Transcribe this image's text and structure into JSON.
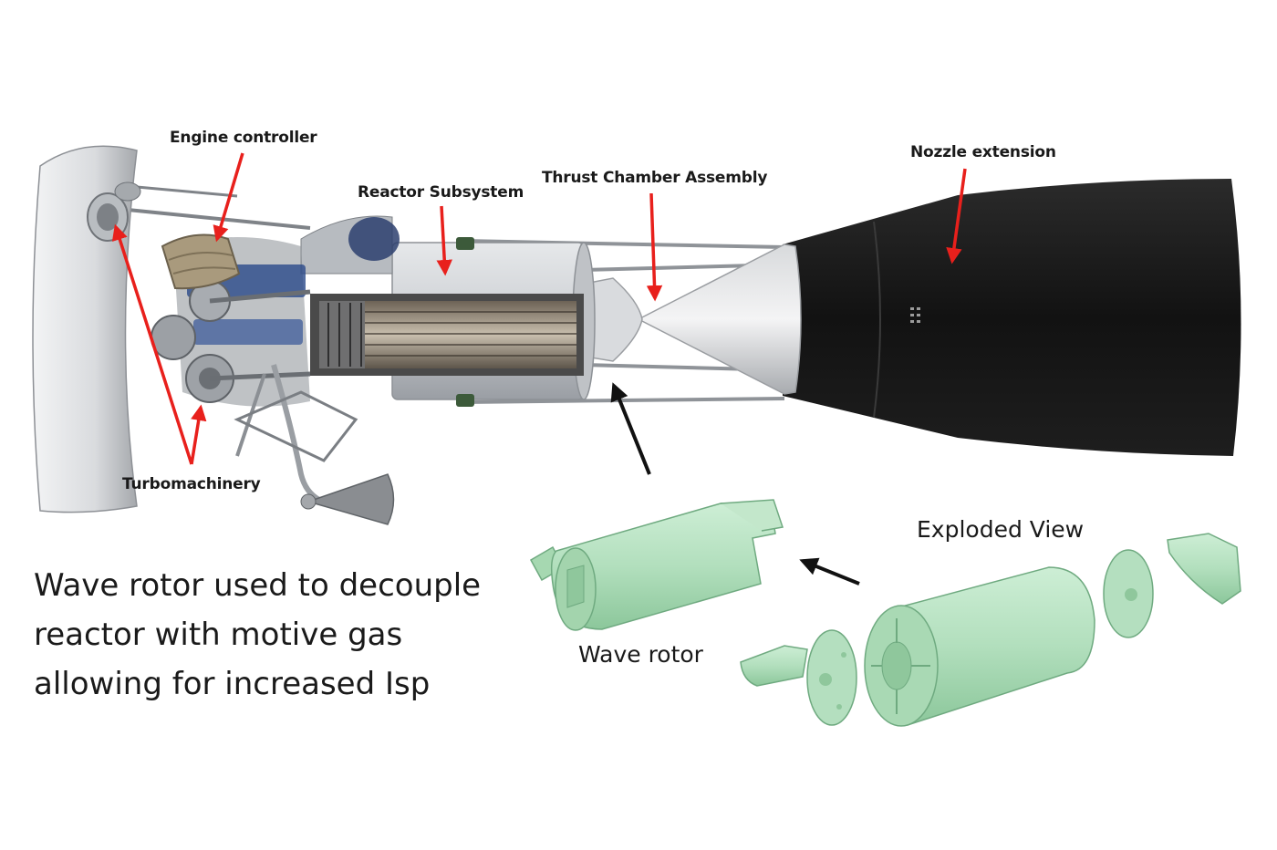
{
  "callouts": {
    "engine_controller": "Engine controller",
    "reactor_subsystem": "Reactor Subsystem",
    "thrust_chamber_assembly": "Thrust Chamber Assembly",
    "nozzle_extension": "Nozzle extension",
    "turbomachinery": "Turbomachinery"
  },
  "caption": {
    "line1": "Wave rotor used to decouple",
    "line2": "reactor with motive gas",
    "line3": "allowing for increased Isp"
  },
  "labels": {
    "wave_rotor": "Wave rotor",
    "exploded_view": "Exploded View"
  },
  "colors": {
    "callout_arrow": "#e8201c",
    "pointer_arrow": "#111111",
    "rotor_green": "#b6e3c0",
    "nozzle_black": "#141414",
    "reactor_gray": "#c9ccd1"
  }
}
